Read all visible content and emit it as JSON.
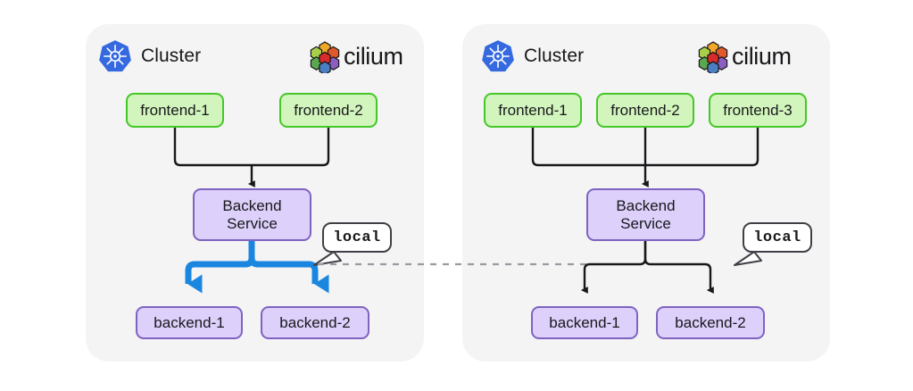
{
  "diagram": {
    "title": "Cilium Cluster service traffic policy diagram",
    "colors": {
      "panel_bg": "#f4f4f5",
      "page_bg": "#ffffff",
      "frontend_fill": "#d2f5bd",
      "frontend_border": "#44c727",
      "backend_fill": "#ddd0fb",
      "backend_border": "#7f63c0",
      "arrow_black": "#18181b",
      "arrow_blue": "#1b86e0",
      "dashed_gray": "#9a9aa2",
      "k8s_blue": "#3569e0",
      "text": "#18181b"
    },
    "panels": [
      {
        "id": "left",
        "header": {
          "k8s_icon": "kubernetes-icon",
          "cluster_label": "Cluster",
          "cilium_icon": "cilium-icon",
          "cilium_label": "cilium"
        },
        "frontends": [
          "frontend-1",
          "frontend-2"
        ],
        "service": "Backend Service",
        "service_line1": "Backend",
        "service_line2": "Service",
        "backends": [
          "backend-1",
          "backend-2"
        ],
        "callout": "local",
        "backend_arrow_style": "highlighted-blue"
      },
      {
        "id": "right",
        "header": {
          "k8s_icon": "kubernetes-icon",
          "cluster_label": "Cluster",
          "cilium_icon": "cilium-icon",
          "cilium_label": "cilium"
        },
        "frontends": [
          "frontend-1",
          "frontend-2",
          "frontend-3"
        ],
        "service": "Backend Service",
        "service_line1": "Backend",
        "service_line2": "Service",
        "backends": [
          "backend-1",
          "backend-2"
        ],
        "callout": "local",
        "backend_arrow_style": "plain-black"
      }
    ],
    "connector": {
      "style": "dashed",
      "name": "inter-cluster-dashed-link"
    }
  }
}
